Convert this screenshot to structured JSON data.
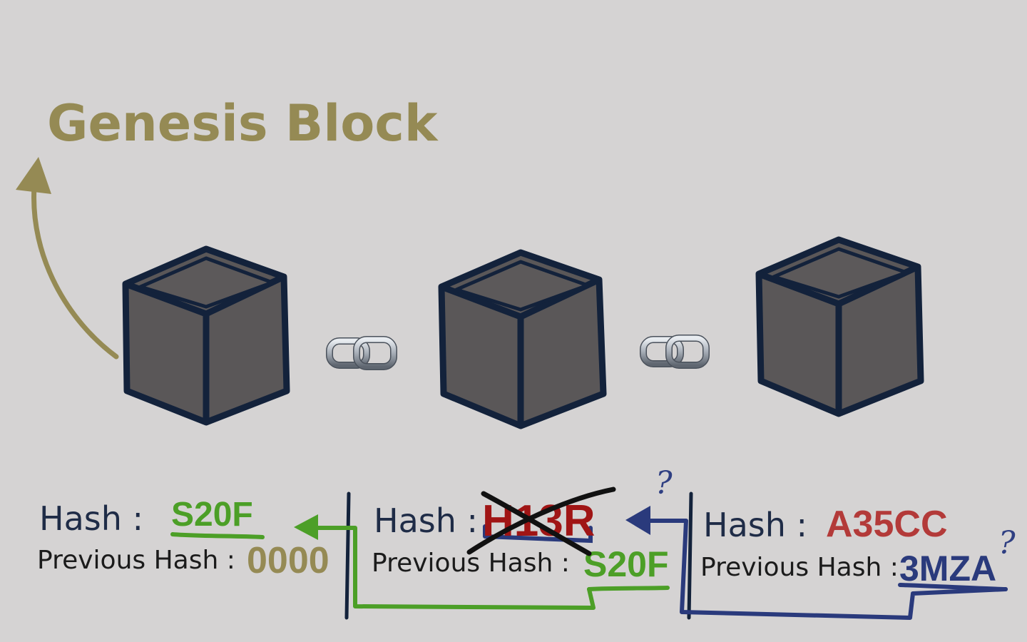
{
  "title": "Genesis Block",
  "blocks": [
    {
      "hash_label": "Hash :",
      "hash_value": "S20F",
      "prev_label": "Previous Hash :",
      "prev_value": "0000"
    },
    {
      "hash_label": "Hash :",
      "hash_value": "H13R",
      "prev_label": "Previous Hash :",
      "prev_value": "S20F"
    },
    {
      "hash_label": "Hash :",
      "hash_value": "A35CC",
      "prev_label": "Previous Hash :",
      "prev_value": "3MZA"
    }
  ],
  "marks": {
    "question": "?"
  },
  "colors": {
    "title": "#958a54",
    "cube_fill": "#5a5758",
    "cube_outline": "#13223b",
    "valid_link": "#4c9f27",
    "broken_link": "#2a3a7c",
    "tampered_hash": "#a01515",
    "new_hash": "#b33a39",
    "genesis_prev": "#958a54"
  },
  "icons": [
    "cube-icon",
    "chain-link-icon",
    "curved-arrow-icon",
    "cross-out-mark",
    "question-mark-icon"
  ]
}
